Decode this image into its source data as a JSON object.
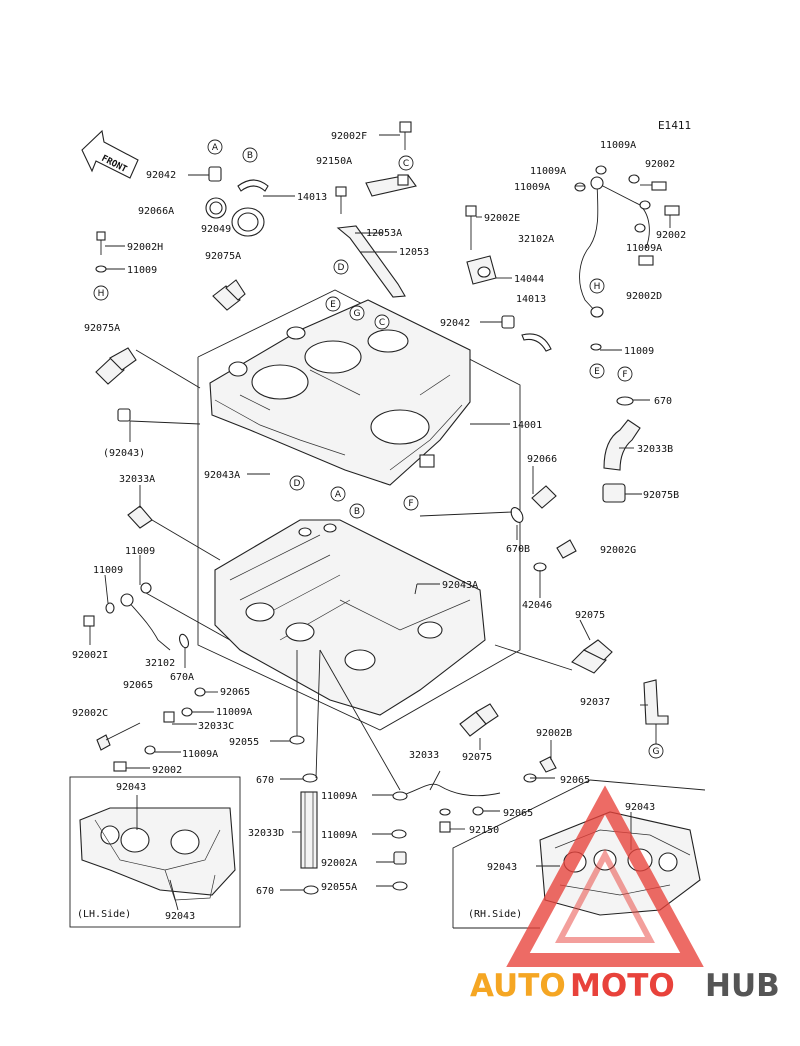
{
  "diagram_code": "E1411",
  "front_label": "FRONT",
  "letters": [
    "A",
    "B",
    "C",
    "D",
    "E",
    "F",
    "G",
    "H"
  ],
  "labels": {
    "p92002F": "92002F",
    "p92150A": "92150A",
    "p92042a": "92042",
    "p14013a": "14013",
    "p92066A": "92066A",
    "p92049": "92049",
    "p12053A": "12053A",
    "p12053": "12053",
    "p92002E": "92002E",
    "p92002H": "92002H",
    "p11009a": "11009",
    "p92075Aa": "92075A",
    "p14044": "14044",
    "p11009Aa": "11009A",
    "p11009Ab": "11009A",
    "p11009Ac": "11009A",
    "p11009Ad": "11009A",
    "p92002a": "92002",
    "p92002b": "92002",
    "p32102A": "32102A",
    "p92002D": "92002D",
    "p92042b": "92042",
    "p14013b": "14013",
    "p11009b": "11009",
    "p670a": "670",
    "p92075Ab": "92075A",
    "p14001": "14001",
    "p92043p": "(92043)",
    "p32033B": "32033B",
    "p92043Aa": "92043A",
    "p92066": "92066",
    "p92075B": "92075B",
    "p32033A": "32033A",
    "p670B": "670B",
    "p92002G": "92002G",
    "p11009c": "11009",
    "p11009d": "11009",
    "p92043Ab": "92043A",
    "p42046": "42046",
    "p92075a": "92075",
    "p92002I": "92002I",
    "p32102": "32102",
    "p670A": "670A",
    "p92065a": "92065",
    "p92065b": "92065",
    "p92037": "92037",
    "p92002C": "92002C",
    "p11009Ae": "11009A",
    "p32033C": "32033C",
    "p92055": "92055",
    "p11009Af": "11009A",
    "p92075b": "92075",
    "p92002B": "92002B",
    "p92002c": "92002",
    "p32033": "32033",
    "p670b": "670",
    "p11009Ag": "11009A",
    "p92065c": "92065",
    "p92065d": "92065",
    "p92043a": "92043",
    "p32033D": "32033D",
    "p11009Ah": "11009A",
    "p92150": "92150",
    "p92043b": "92043",
    "p92043c": "92043",
    "p92002A": "92002A",
    "p670c": "670",
    "p92055A": "92055A",
    "p92043d": "92043",
    "lh_side": "(LH.Side)",
    "rh_side": "(RH.Side)"
  },
  "watermark": {
    "part1": "AUTO",
    "part2": "MOTO",
    "part3": "HUB",
    "color1": "#f5a623",
    "color2": "#e8423b",
    "color3": "#555555"
  }
}
